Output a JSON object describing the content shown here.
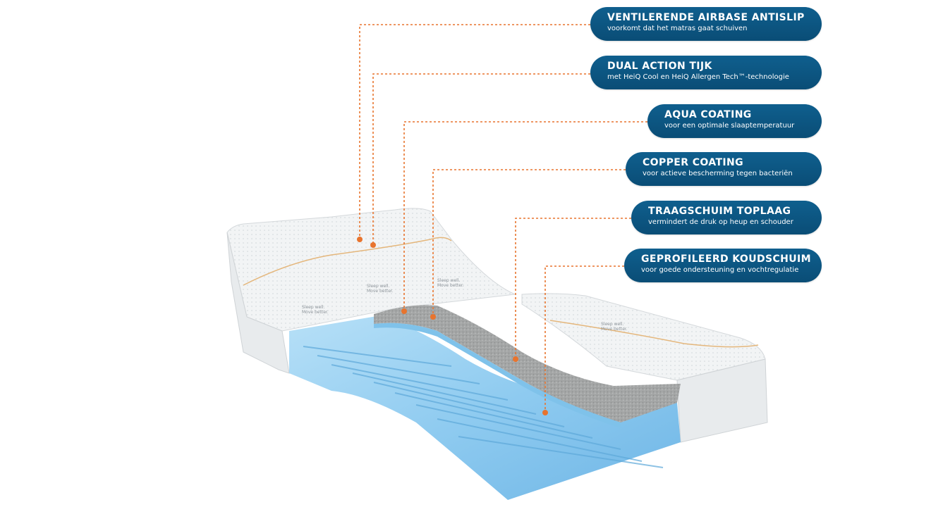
{
  "colors": {
    "callout_bg": "#0a4d76",
    "leader_line": "#e8742e",
    "foam_blue": "#8fcbf0",
    "memory_foam_grey": "#9a9c9c",
    "cover_white": "#f4f5f6"
  },
  "callouts": [
    {
      "title": "VENTILERENDE AIRBASE ANTISLIP",
      "subtitle": "voorkomt dat het matras gaat schuiven"
    },
    {
      "title": "DUAL ACTION TIJK",
      "subtitle": "met HeiQ Cool en HeiQ Allergen Tech™-technologie"
    },
    {
      "title": "AQUA COATING",
      "subtitle": "voor een optimale slaaptemperatuur"
    },
    {
      "title": "COPPER COATING",
      "subtitle": "voor actieve bescherming tegen bacteriën"
    },
    {
      "title": "TRAAGSCHUIM TOPLAAG",
      "subtitle": "vermindert de druk op heup en schouder"
    },
    {
      "title": "GEPROFILEERD KOUDSCHUIM",
      "subtitle": "voor goede ondersteuning en vochtregulatie"
    }
  ],
  "fabric_print": [
    "Sleep well.",
    "Move better."
  ]
}
